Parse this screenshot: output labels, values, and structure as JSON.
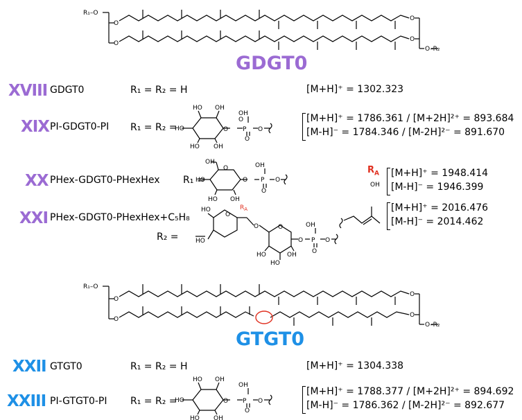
{
  "colors": {
    "gdgt_purple": "#9b6bd3",
    "gtgt_blue": "#1e90e6",
    "ra_red": "#e03020"
  },
  "gdgt": {
    "title": "GDGT0",
    "rows": [
      {
        "id": "XVIII",
        "name": "GDGT0",
        "r_eq": "R₁ = R₂ = H",
        "mass": [
          "[M+H]⁺ = 1302.323"
        ]
      },
      {
        "id": "XIX",
        "name": "PI-GDGT0-PI",
        "r_eq": "R₁ = R₂ =",
        "mass": [
          "[M+H]⁺ = 1786.361 / [M+2H]²⁺ = 893.684",
          "[M-H]⁻ = 1784.346 / [M-2H]²⁻ = 891.670"
        ]
      },
      {
        "id": "XX",
        "name": "PHex-GDGT0-PHexHex",
        "r_eq": "R₁ =",
        "mass": [
          "[M+H]⁺ = 1948.414",
          "[M-H]⁻ = 1946.399"
        ]
      },
      {
        "id": "XXI",
        "name": "PHex-GDGT0-PHexHex+C₅H₈",
        "r_eq": "R₂ =",
        "mass": [
          "[M+H]⁺ = 2016.476",
          "[M-H]⁻ = 2014.462"
        ]
      }
    ]
  },
  "gtgt": {
    "title": "GTGT0",
    "rows": [
      {
        "id": "XXII",
        "name": "GTGT0",
        "r_eq": "R₁ = R₂ = H",
        "mass": [
          "[M+H]⁺ = 1304.338"
        ]
      },
      {
        "id": "XXIII",
        "name": "PI-GTGT0-PI",
        "r_eq": "R₁ = R₂ =",
        "mass": [
          "[M+H]⁺ = 1788.377 / [M+2H]²⁺ = 894.692",
          "[M-H]⁻ = 1786.362 / [M-2H]²⁻ = 892.677"
        ]
      }
    ]
  },
  "labels": {
    "ra": "R",
    "ra_sub": "A",
    "oh": "OH",
    "r1": "R₁",
    "r2": "R₂"
  }
}
